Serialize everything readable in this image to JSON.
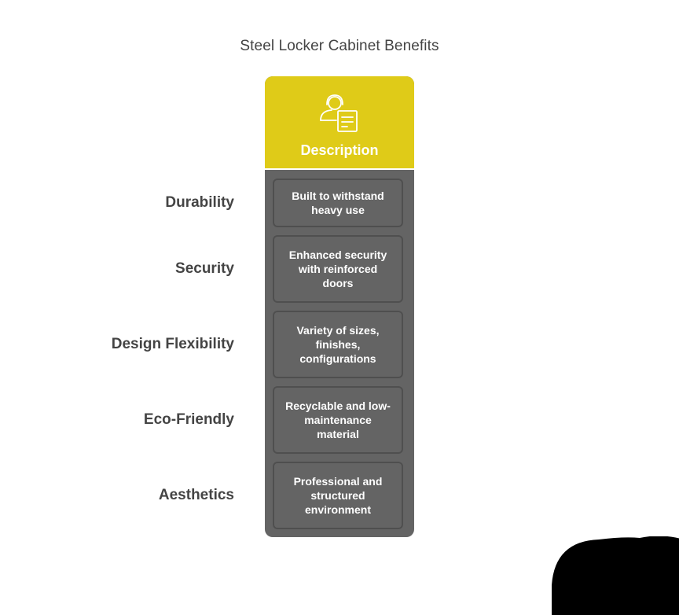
{
  "title": "Steel Locker Cabinet Benefits",
  "column": {
    "header": "Description",
    "icon": "person-document-icon",
    "header_color": "#dfcb18",
    "body_color": "#646464"
  },
  "rows": [
    {
      "label": "Durability",
      "description": "Built to withstand heavy use"
    },
    {
      "label": "Security",
      "description": "Enhanced security with reinforced doors"
    },
    {
      "label": "Design Flexibility",
      "description": "Variety of sizes, finishes, configurations"
    },
    {
      "label": "Eco-Friendly",
      "description": "Recyclable and low-maintenance material"
    },
    {
      "label": "Aesthetics",
      "description": "Professional and structured environment"
    }
  ]
}
